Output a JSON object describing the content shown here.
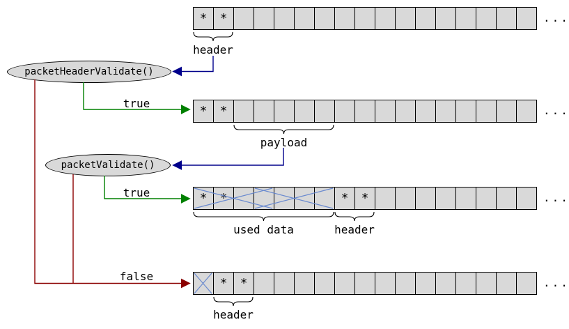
{
  "colors": {
    "background": "#ffffff",
    "cell_fill": "#d9d9d9",
    "node_fill": "#d9d9d9",
    "outline": "#000000",
    "arrow_blue": "#00008b",
    "arrow_green": "#008000",
    "arrow_red": "#8b0000",
    "cross_blue": "#6a8acf"
  },
  "cell_symbol": "*",
  "nodes": [
    {
      "label": "packetHeaderValidate()"
    },
    {
      "label": "packetValidate()"
    }
  ],
  "edge_labels": [
    {
      "label": "true"
    },
    {
      "label": "true"
    },
    {
      "label": "false"
    }
  ],
  "buffers": [
    {
      "name": "packet-1",
      "cell_count": 17,
      "overflow": "...",
      "asterisk_cells": [
        0,
        1
      ],
      "crossed_cells": [],
      "braces": [
        {
          "from_cell": 0,
          "to_cell": 1,
          "label": "header"
        }
      ]
    },
    {
      "name": "packet-2",
      "cell_count": 17,
      "overflow": "...",
      "asterisk_cells": [
        0,
        1
      ],
      "crossed_cells": [],
      "braces": [
        {
          "from_cell": 2,
          "to_cell": 6,
          "label": "payload"
        }
      ]
    },
    {
      "name": "packet-3",
      "cell_count": 17,
      "overflow": "...",
      "asterisk_cells": [
        0,
        1,
        7,
        8
      ],
      "crossed_cells": [
        0,
        1,
        2,
        3,
        4,
        5,
        6
      ],
      "braces": [
        {
          "from_cell": 0,
          "to_cell": 6,
          "label": "used data"
        },
        {
          "from_cell": 7,
          "to_cell": 8,
          "label": "header"
        }
      ]
    },
    {
      "name": "packet-4",
      "cell_count": 17,
      "overflow": "...",
      "asterisk_cells": [
        1,
        2
      ],
      "crossed_cells": [
        0
      ],
      "braces": [
        {
          "from_cell": 1,
          "to_cell": 2,
          "label": "header"
        }
      ]
    }
  ]
}
